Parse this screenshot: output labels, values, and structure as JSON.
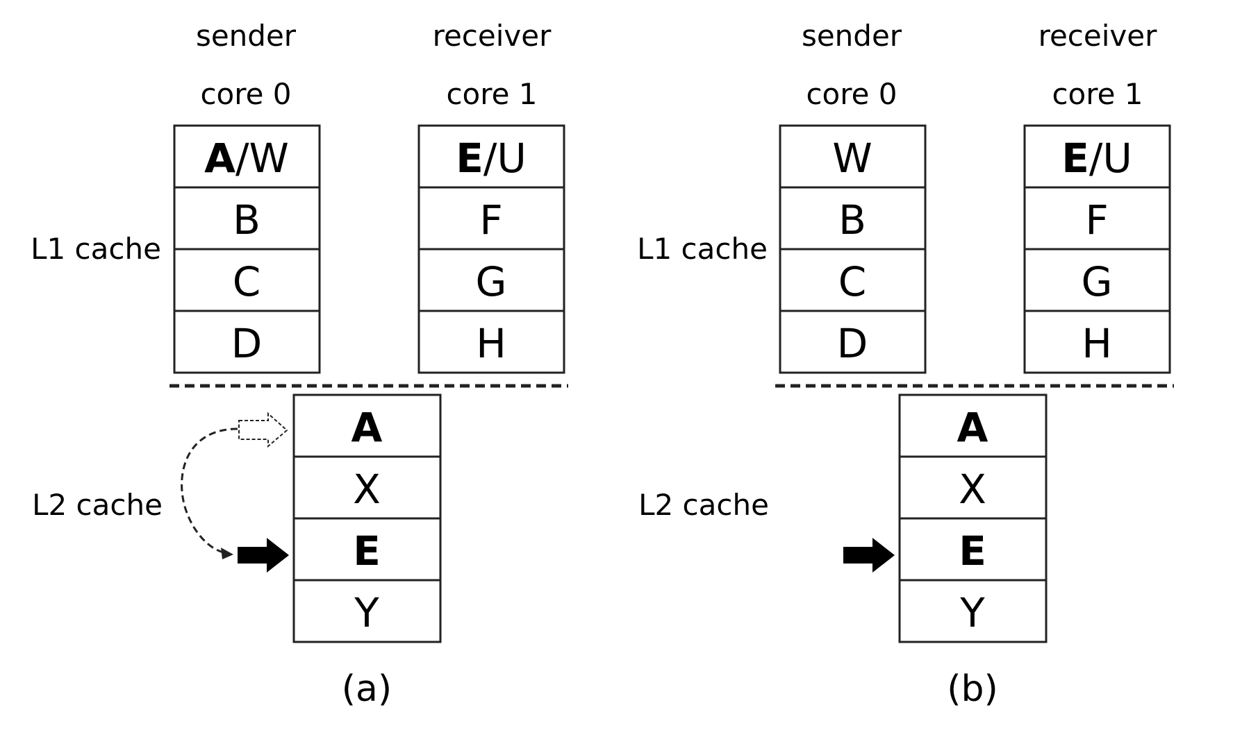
{
  "panels": [
    {
      "sender_label": "sender",
      "sender_core": "core 0",
      "receiver_label": "receiver",
      "receiver_core": "core 1",
      "l1_label": "L1 cache",
      "l2_label": "L2 cache",
      "sender_l1": [
        {
          "bold": "A",
          "rest": "/W"
        },
        {
          "bold": "",
          "rest": "B"
        },
        {
          "bold": "",
          "rest": "C"
        },
        {
          "bold": "",
          "rest": "D"
        }
      ],
      "receiver_l1": [
        {
          "bold": "E",
          "rest": "/U"
        },
        {
          "bold": "",
          "rest": "F"
        },
        {
          "bold": "",
          "rest": "G"
        },
        {
          "bold": "",
          "rest": "H"
        }
      ],
      "l2": [
        {
          "bold": "A",
          "rest": ""
        },
        {
          "bold": "",
          "rest": "X"
        },
        {
          "bold": "E",
          "rest": ""
        },
        {
          "bold": "",
          "rest": "Y"
        }
      ],
      "caption": "(a)"
    },
    {
      "sender_label": "sender",
      "sender_core": "core 0",
      "receiver_label": "receiver",
      "receiver_core": "core 1",
      "l1_label": "L1 cache",
      "l2_label": "L2 cache",
      "sender_l1": [
        {
          "bold": "",
          "rest": "W"
        },
        {
          "bold": "",
          "rest": "B"
        },
        {
          "bold": "",
          "rest": "C"
        },
        {
          "bold": "",
          "rest": "D"
        }
      ],
      "receiver_l1": [
        {
          "bold": "E",
          "rest": "/U"
        },
        {
          "bold": "",
          "rest": "F"
        },
        {
          "bold": "",
          "rest": "G"
        },
        {
          "bold": "",
          "rest": "H"
        }
      ],
      "l2": [
        {
          "bold": "A",
          "rest": ""
        },
        {
          "bold": "",
          "rest": "X"
        },
        {
          "bold": "E",
          "rest": ""
        },
        {
          "bold": "",
          "rest": "Y"
        }
      ],
      "caption": "(b)"
    }
  ],
  "icons": {
    "pointer": "pointer-arrow-icon",
    "ghost_pointer": "dashed-pointer-arrow-icon",
    "curve": "dashed-curved-arrow-icon"
  }
}
